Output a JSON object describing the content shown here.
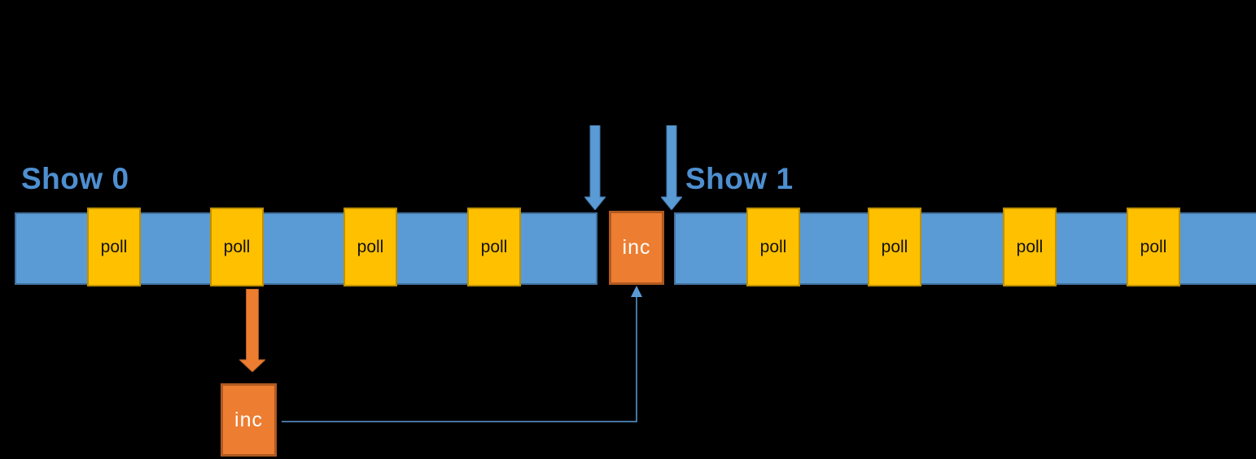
{
  "diagram": {
    "labels": {
      "show0": "Show 0",
      "show1": "Show 1",
      "poll": "poll",
      "inc": "inc"
    },
    "colors": {
      "background": "#000000",
      "bar_fill": "#5B9BD5",
      "bar_border": "#41719C",
      "poll_fill": "#FFC000",
      "poll_border": "#BF9000",
      "poll_text": "#111111",
      "inc_fill": "#ED7D31",
      "inc_border": "#AE5A21",
      "inc_text": "#FFFFFF",
      "title_text": "#4E8FD0",
      "arrow_blue": "#5B9BD5",
      "arrow_blue_border": "#4179B0",
      "arrow_orange": "#ED7D31",
      "arrow_orange_border": "#AE5A21",
      "connector": "#5B9BD5"
    }
  }
}
